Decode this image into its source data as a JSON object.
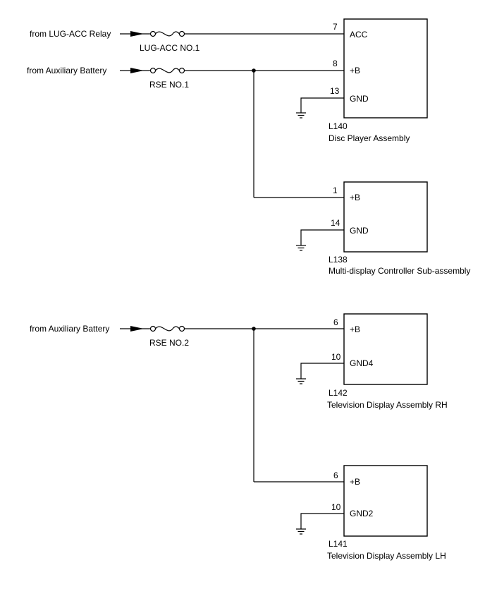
{
  "sources": {
    "lug_acc_relay": "from LUG-ACC Relay",
    "aux_battery_1": "from Auxiliary Battery",
    "aux_battery_2": "from Auxiliary Battery"
  },
  "fuses": {
    "lug_acc": "LUG-ACC NO.1",
    "rse1": "RSE NO.1",
    "rse2": "RSE NO.2"
  },
  "components": {
    "l140": {
      "code": "L140",
      "name": "Disc Player Assembly",
      "pins": [
        {
          "num": "7",
          "label": "ACC"
        },
        {
          "num": "8",
          "label": "+B"
        },
        {
          "num": "13",
          "label": "GND"
        }
      ]
    },
    "l138": {
      "code": "L138",
      "name": "Multi-display Controller Sub-assembly",
      "pins": [
        {
          "num": "1",
          "label": "+B"
        },
        {
          "num": "14",
          "label": "GND"
        }
      ]
    },
    "l142": {
      "code": "L142",
      "name": "Television Display Assembly RH",
      "pins": [
        {
          "num": "6",
          "label": "+B"
        },
        {
          "num": "10",
          "label": "GND4"
        }
      ]
    },
    "l141": {
      "code": "L141",
      "name": "Television Display Assembly LH",
      "pins": [
        {
          "num": "6",
          "label": "+B"
        },
        {
          "num": "10",
          "label": "GND2"
        }
      ]
    }
  }
}
